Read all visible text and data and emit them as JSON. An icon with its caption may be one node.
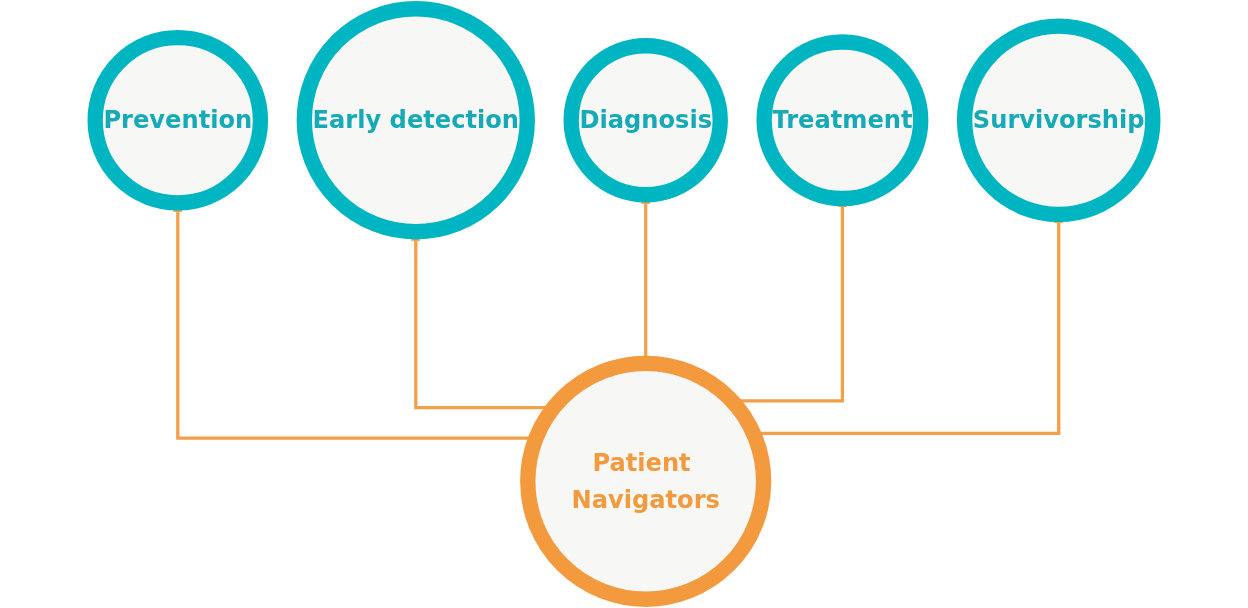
{
  "diagram": {
    "nodes": [
      {
        "text": [
          "Prevention"
        ]
      },
      {
        "text": [
          "Early detection"
        ]
      },
      {
        "text": [
          "Diagnosis"
        ]
      },
      {
        "text": [
          "Treatment"
        ]
      },
      {
        "text": [
          "Survivorship"
        ]
      },
      {
        "text": [
          "Patient Navigators"
        ]
      }
    ],
    "edges": [
      {
        "from": 5,
        "to": 0,
        "arrow": "to"
      },
      {
        "from": 5,
        "to": 1,
        "arrow": "to"
      },
      {
        "from": 5,
        "to": 2,
        "arrow": "to"
      },
      {
        "from": 5,
        "to": 3,
        "arrow": "to"
      },
      {
        "from": 5,
        "to": 4,
        "arrow": "to"
      }
    ]
  }
}
